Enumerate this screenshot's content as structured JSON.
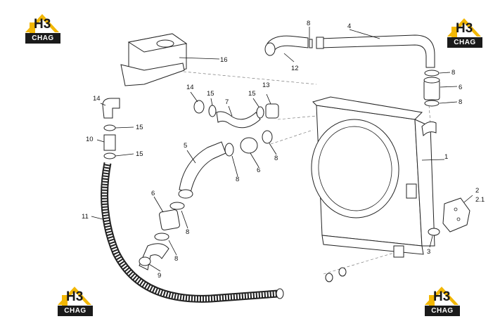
{
  "logo": {
    "mark": "H3",
    "tag": "CHAG",
    "colors": {
      "roof": "#f2b705",
      "dark": "#1a1a1a"
    }
  },
  "callouts": [
    "8",
    "4",
    "12",
    "16",
    "8",
    "6",
    "8",
    "14",
    "15",
    "7",
    "15",
    "13",
    "14",
    "15",
    "10",
    "15",
    "5",
    "8",
    "6",
    "8",
    "1",
    "2",
    "2.1",
    "6",
    "11",
    "8",
    "8",
    "3",
    "9"
  ]
}
